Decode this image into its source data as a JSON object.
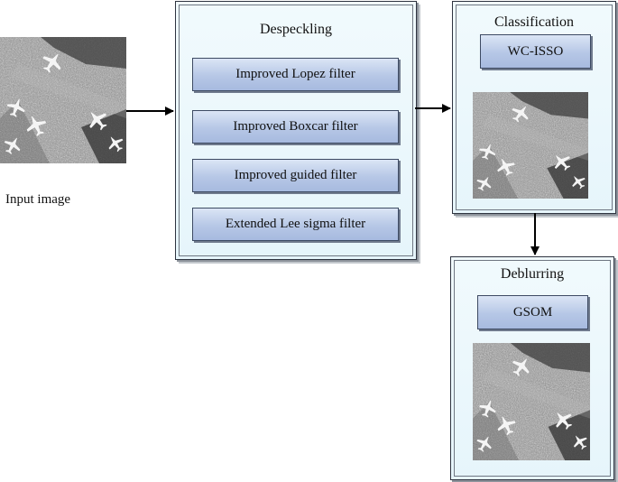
{
  "input": {
    "caption": "Input image"
  },
  "despeckling": {
    "title": "Despeckling",
    "filters": [
      "Improved Lopez filter",
      "Improved Boxcar filter",
      "Improved guided filter",
      "Extended Lee sigma filter"
    ]
  },
  "classification": {
    "title": "Classification",
    "method": "WC-ISSO"
  },
  "deblurring": {
    "title": "Deblurring",
    "method": "GSOM"
  },
  "colors": {
    "panel_fill": "#e6f5fb",
    "button_fill": "#b6c7e6",
    "arrow": "#000000"
  }
}
